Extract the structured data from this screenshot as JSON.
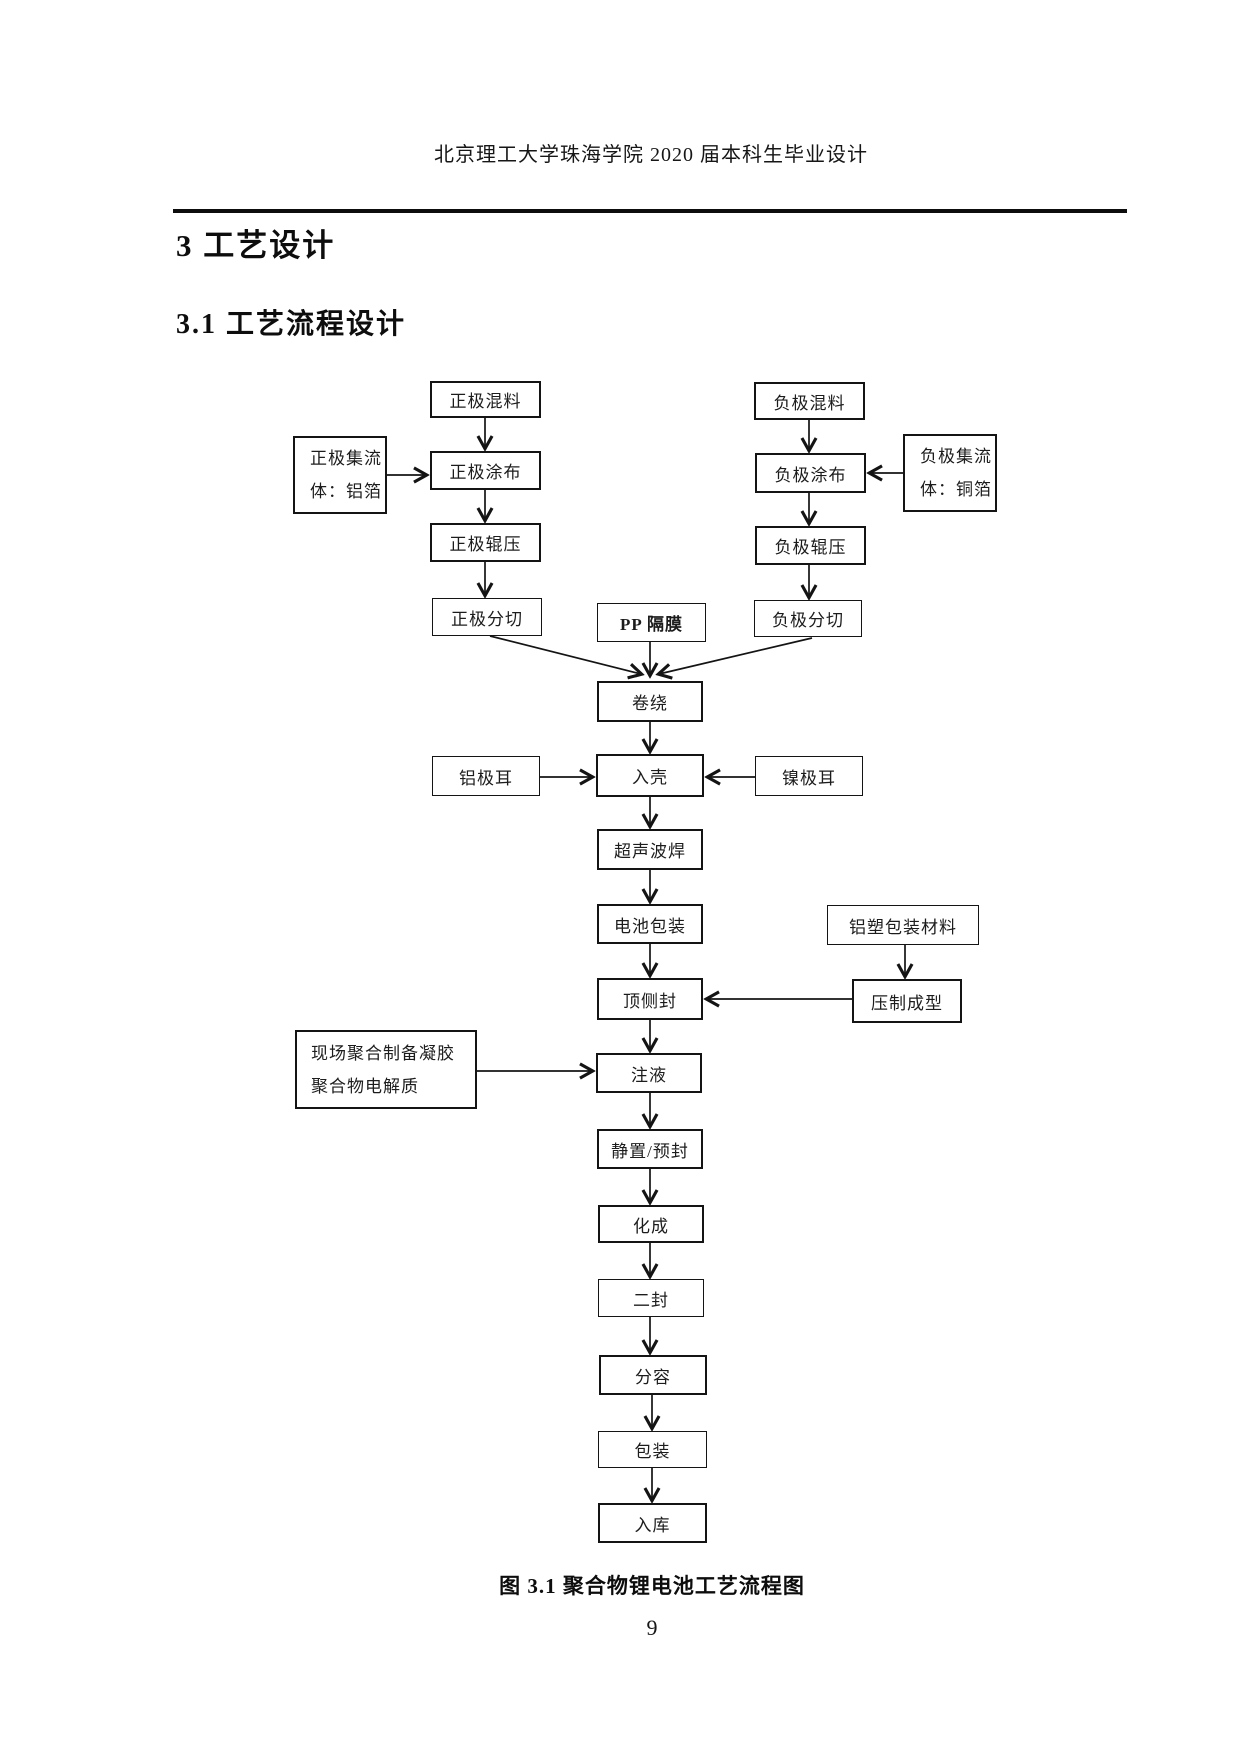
{
  "page": {
    "header": "北京理工大学珠海学院 2020 届本科生毕业设计",
    "heading": "3 工艺设计",
    "subheading": "3.1 工艺流程设计",
    "caption": "图 3.1  聚合物锂电池工艺流程图",
    "page_number": "9"
  },
  "flowchart": {
    "nodes": {
      "pos_mix": "正极混料",
      "pos_collector": {
        "line1": "正极集流",
        "line2": "体：铝箔"
      },
      "pos_coating": "正极涂布",
      "pos_rolling": "正极辊压",
      "pos_slitting": "正极分切",
      "neg_mix": "负极混料",
      "neg_collector": {
        "line1": "负极集流",
        "line2": "体：铜箔"
      },
      "neg_coating": "负极涂布",
      "neg_rolling": "负极辊压",
      "neg_slitting": "负极分切",
      "pp_separator": "PP 隔膜",
      "winding": "卷绕",
      "al_tab": "铝极耳",
      "ni_tab": "镍极耳",
      "casing": "入壳",
      "ultrasonic_welding": "超声波焊",
      "battery_packaging": "电池包装",
      "al_plastic_material": "铝塑包装材料",
      "top_side_seal": "顶侧封",
      "press_forming": "压制成型",
      "electrolyte": {
        "line1": "现场聚合制备凝胶",
        "line2": "聚合物电解质"
      },
      "injection": "注液",
      "rest_preseal": "静置/预封",
      "formation": "化成",
      "second_seal": "二封",
      "grading": "分容",
      "packing": "包装",
      "warehousing": "入库"
    },
    "line_color": "#141414"
  }
}
